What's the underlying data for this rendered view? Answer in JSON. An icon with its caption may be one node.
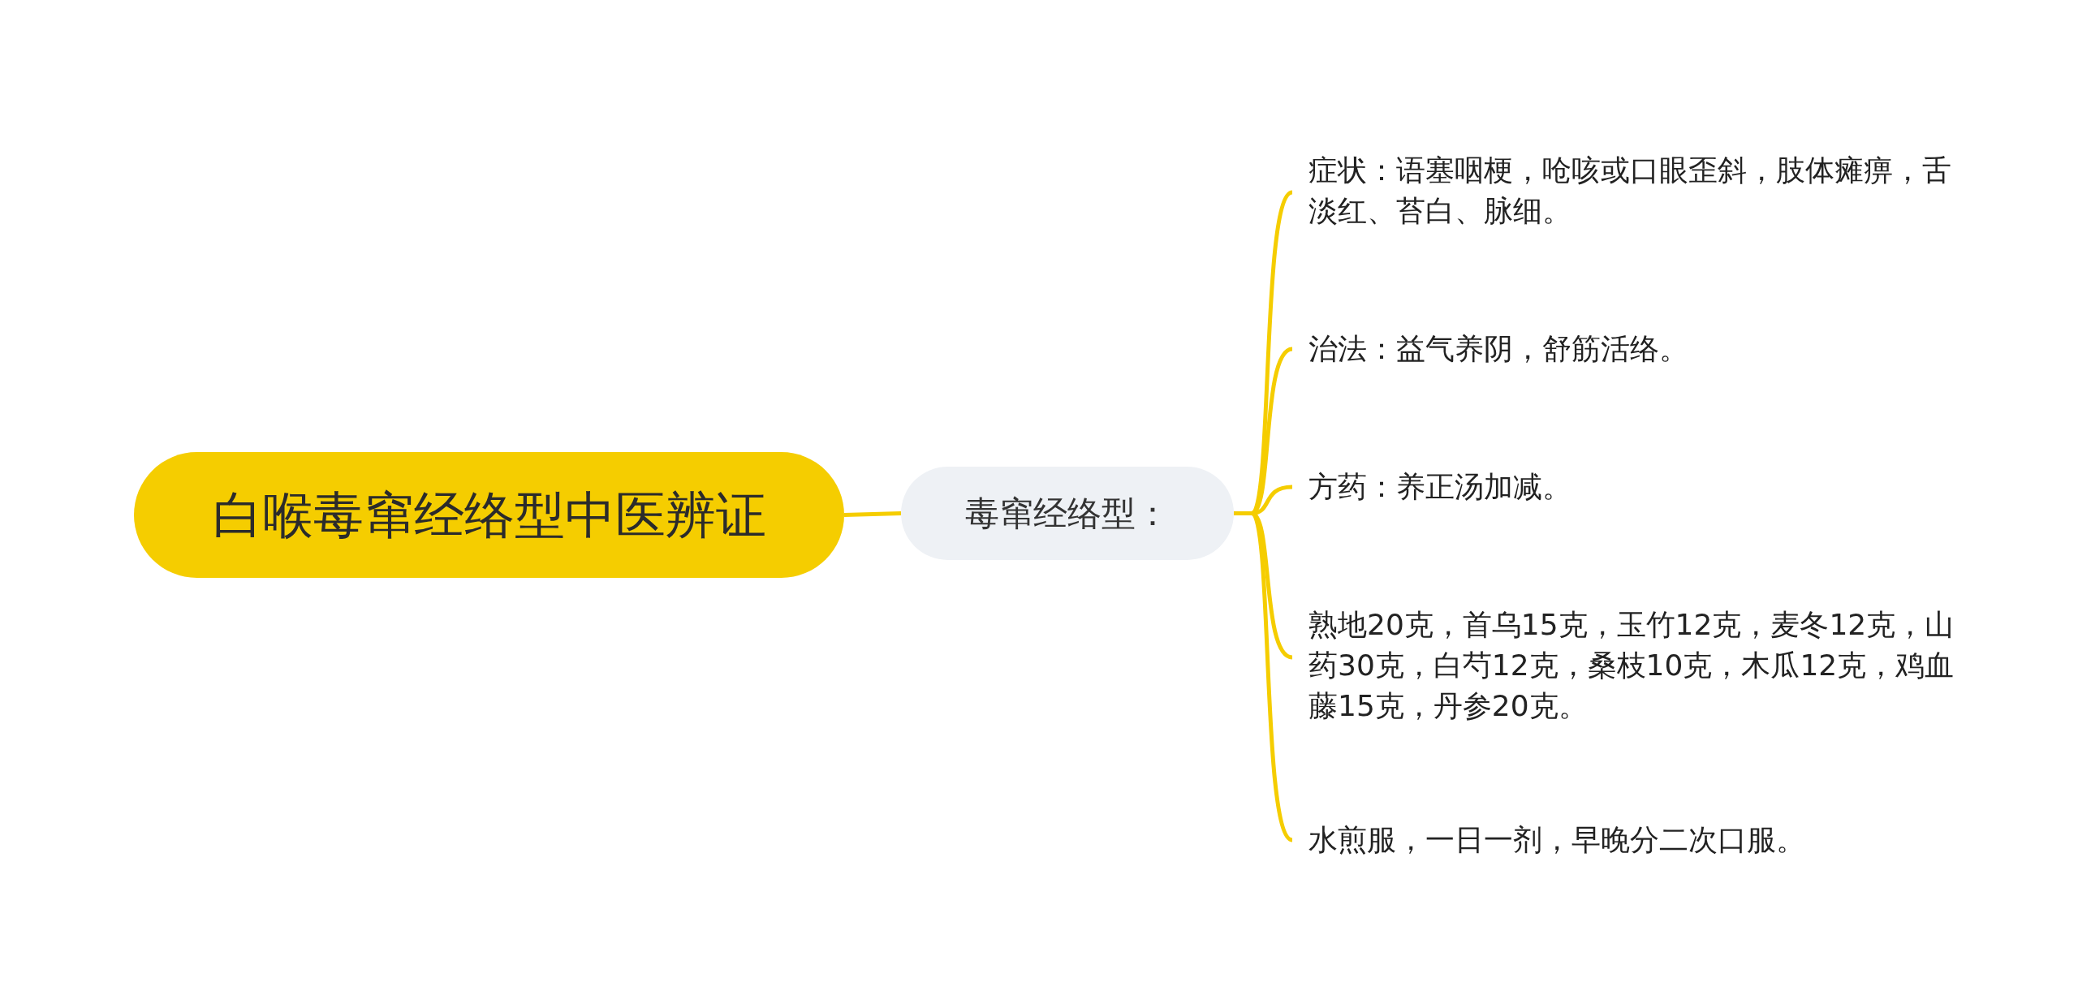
{
  "diagram": {
    "nodes": [
      {
        "text": [
          "白喉毒窜经络型中医辨证"
        ]
      },
      {
        "text": [
          "毒窜经络型："
        ]
      },
      {
        "text": [
          "症状：语塞咽梗，呛咳或口眼歪斜，肢体瘫痹，舌淡红、苔白、脉细。"
        ]
      },
      {
        "text": [
          "治法：益气养阴，舒筋活络。"
        ]
      },
      {
        "text": [
          "方药：养正汤加减。"
        ]
      },
      {
        "text": [
          "熟地20克，首乌15克，玉竹12克，麦冬12克，山药30克，白芍12克，桑枝10克，木瓜12克，鸡血藤15克，丹参20克。"
        ]
      },
      {
        "text": [
          "水煎服，一日一剂，早晚分二次口服。"
        ]
      }
    ],
    "edges": [
      {
        "from": 0,
        "to": 1,
        "arrow": "none"
      },
      {
        "from": 1,
        "to": 2,
        "arrow": "none"
      },
      {
        "from": 1,
        "to": 3,
        "arrow": "none"
      },
      {
        "from": 1,
        "to": 4,
        "arrow": "none"
      },
      {
        "from": 1,
        "to": 5,
        "arrow": "none"
      },
      {
        "from": 1,
        "to": 6,
        "arrow": "none"
      }
    ]
  }
}
